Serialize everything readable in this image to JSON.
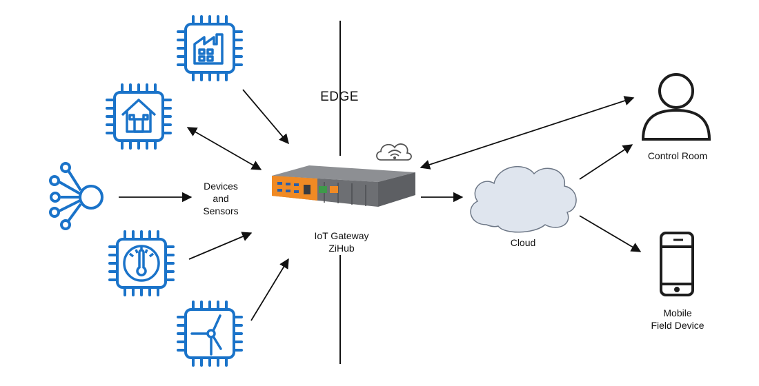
{
  "labels": {
    "edge": "EDGE",
    "devices_line1": "Devices",
    "devices_line2": "and",
    "devices_line3": "Sensors",
    "gateway_line1": "IoT Gateway",
    "gateway_line2": "ZiHub",
    "cloud": "Cloud",
    "control_room": "Control Room",
    "mobile_line1": "Mobile",
    "mobile_line2": "Field Device"
  },
  "colors": {
    "icon_blue": "#1a73c9",
    "cloud_fill": "#dfe5ee",
    "cloud_stroke": "#6d7786",
    "gateway_orange": "#f08a24",
    "gateway_body": "#6d6f73",
    "line": "#111111"
  },
  "icons": {
    "factory": "factory-chip-icon",
    "house": "house-chip-icon",
    "hub": "hub-network-icon",
    "gauge": "thermometer-gauge-chip-icon",
    "turbine": "wind-turbine-chip-icon",
    "gateway": "iot-gateway-device-icon",
    "wireless": "wireless-cloud-icon",
    "cloud": "cloud-icon",
    "person": "person-icon",
    "phone": "mobile-phone-icon"
  }
}
